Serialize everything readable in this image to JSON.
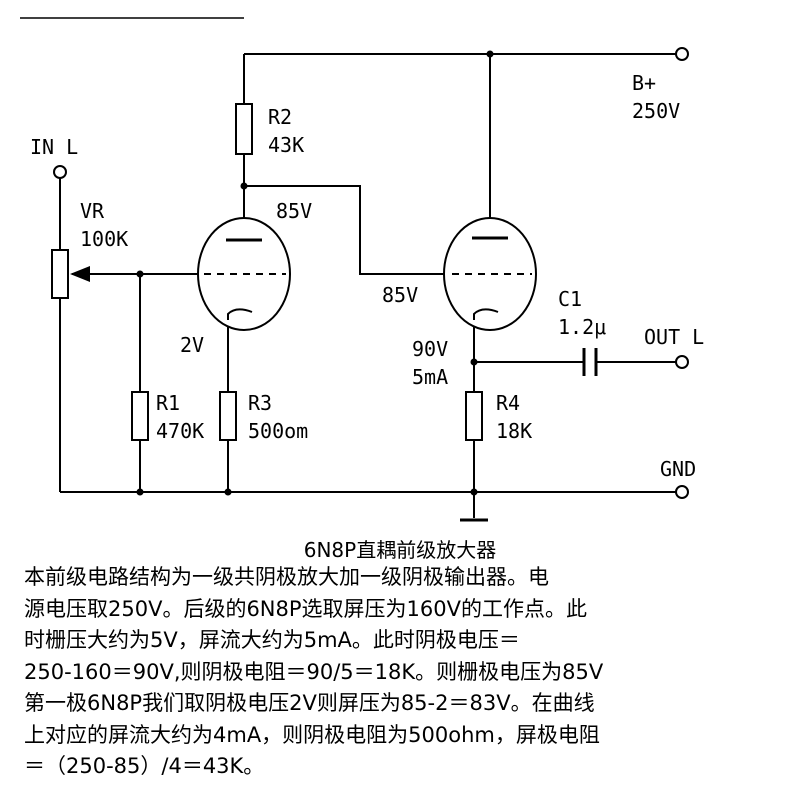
{
  "labels": {
    "in_l": "IN L",
    "vr_name": "VR",
    "vr_value": "100K",
    "r2_name": "R2",
    "r2_value": "43K",
    "v_plate1": "85V",
    "bplus_name": "B+",
    "bplus_value": "250V",
    "v_grid2": "85V",
    "c1_name": "C1",
    "c1_value": "1.2μ",
    "out_l": "OUT L",
    "v_cathode1": "2V",
    "v_cathode2": "90V",
    "i_cathode2": "5mA",
    "r1_name": "R1",
    "r1_value": "470K",
    "r3_name": "R3",
    "r3_value": "500om",
    "r4_name": "R4",
    "r4_value": "18K",
    "gnd": "GND"
  },
  "caption": "6N8P直耦前级放大器",
  "description": [
    "本前级电路结构为一级共阴极放大加一级阴极输出器。电",
    "源电压取250V。后级的6N8P选取屏压为160V的工作点。此",
    "时栅压大约为5V，屏流大约为5mA。此时阴极电压＝",
    "250-160＝90V,则阴极电阻＝90/5＝18K。则栅极电压为85V",
    "第一极6N8P我们取阴极电压2V则屏压为85-2＝83V。在曲线",
    "上对应的屏流大约为4mA，则阴极电阻为500ohm，屏极电阻",
    "＝（250-85）/4＝43K。"
  ]
}
